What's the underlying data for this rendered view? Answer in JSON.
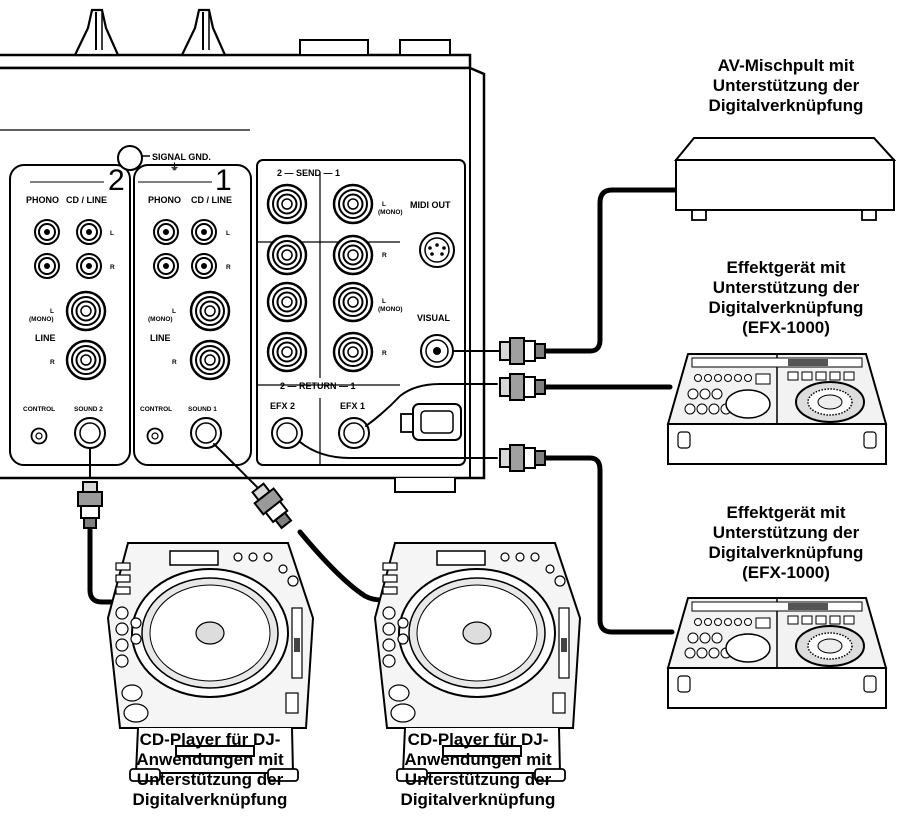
{
  "mixer": {
    "signal_gnd": "SIGNAL GND.",
    "ch2": {
      "number": "2",
      "phono": "PHONO",
      "cd_line": "CD / LINE",
      "line": "LINE",
      "l": "L",
      "r": "R",
      "mono": "(MONO)",
      "control": "CONTROL",
      "sound": "SOUND 2"
    },
    "ch1": {
      "number": "1",
      "phono": "PHONO",
      "cd_line": "CD / LINE",
      "line": "LINE",
      "l": "L",
      "r": "R",
      "mono": "(MONO)",
      "control": "CONTROL",
      "sound": "SOUND 1"
    },
    "send": "2 — SEND — 1",
    "return": "2 — RETURN — 1",
    "l": "L",
    "r": "R",
    "mono": "(MONO)",
    "midi_out": "MIDI OUT",
    "visual": "VISUAL",
    "efx2": "EFX 2",
    "efx1": "EFX 1"
  },
  "devices": {
    "av_mixer": [
      "AV-Mischpult mit",
      "Unterstützung der",
      "Digitalverknüpfung"
    ],
    "effect_1": [
      "Effektgerät mit",
      "Unterstützung der",
      "Digitalverknüpfung",
      "(EFX-1000)"
    ],
    "effect_2": [
      "Effektgerät mit",
      "Unterstützung der",
      "Digitalverknüpfung",
      "(EFX-1000)"
    ],
    "cd_player_left": [
      "CD-Player für DJ-",
      "Anwendungen mit",
      "Unterstützung der",
      "Digitalverknüpfung"
    ],
    "cd_player_right": [
      "CD-Player für DJ-",
      "Anwendungen mit",
      "Unterstützung der",
      "Digitalverknüpfung"
    ]
  }
}
